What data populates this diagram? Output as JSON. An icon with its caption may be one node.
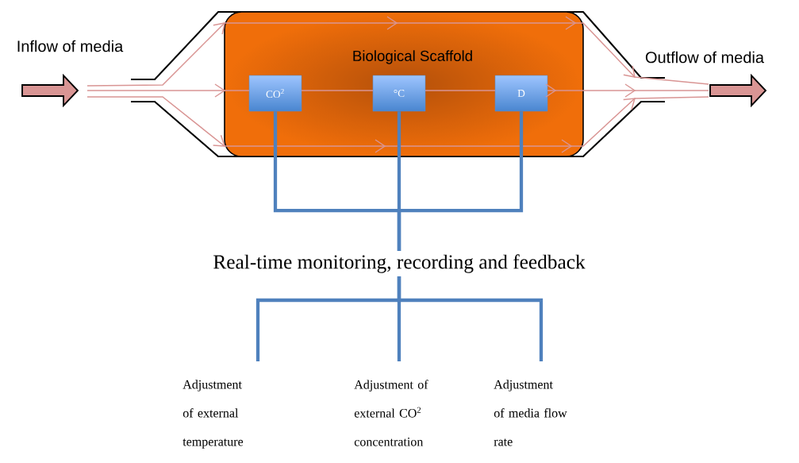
{
  "diagram": {
    "nodes": [
      {
        "text": [
          "Biological Scaffold"
        ]
      },
      {
        "text": [
          "CO$^{2}$"
        ],
        "in": 0
      },
      {
        "text": [
          "°C"
        ],
        "in": 0
      },
      {
        "text": [
          "D"
        ],
        "in": 0
      },
      {
        "text": [
          "Real-time monitoring, recording and feedback"
        ]
      },
      {
        "text": [
          "Adjustment of external temperature"
        ]
      },
      {
        "text": [
          "Adjustment of external CO$^{2}$ concentration"
        ]
      },
      {
        "text": [
          "Adjustment of media flow rate"
        ]
      }
    ],
    "edges": [
      {
        "from": 1,
        "to": 4,
        "arrow": "none"
      },
      {
        "from": 2,
        "to": 4,
        "arrow": "none"
      },
      {
        "from": 3,
        "to": 4,
        "arrow": "none"
      },
      {
        "from": 4,
        "to": 5,
        "arrow": "none"
      },
      {
        "from": 4,
        "to": 6,
        "arrow": "none"
      },
      {
        "from": 4,
        "to": 7,
        "arrow": "none"
      }
    ],
    "labels": [
      "Inflow of media",
      "Outflow of media"
    ]
  }
}
